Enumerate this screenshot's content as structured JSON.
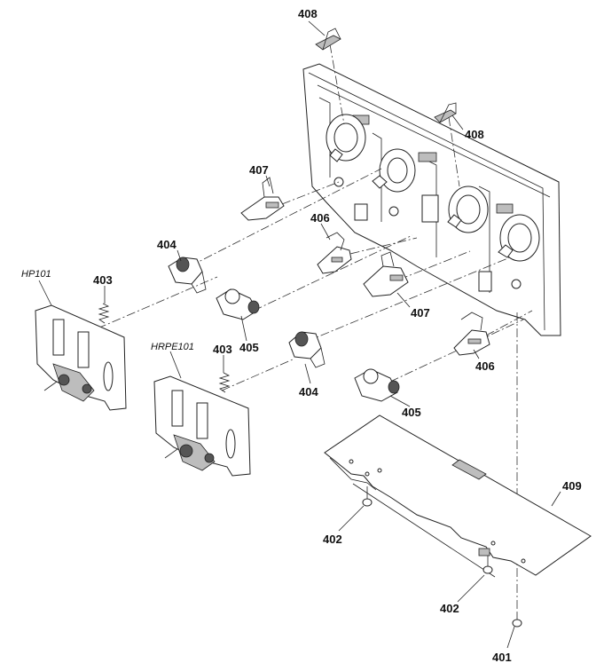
{
  "diagram": {
    "callouts": {
      "c408a": "408",
      "c408b": "408",
      "c407a": "407",
      "c406a": "406",
      "c404a": "404",
      "c403a": "403",
      "c405a": "405",
      "c407b": "407",
      "c403b": "403",
      "c404b": "404",
      "c406b": "406",
      "c405b": "405",
      "c409": "409",
      "c402a": "402",
      "c402b": "402",
      "c401": "401"
    },
    "refs": {
      "hp101": "HP101",
      "hrpe101": "HRPE101"
    }
  }
}
